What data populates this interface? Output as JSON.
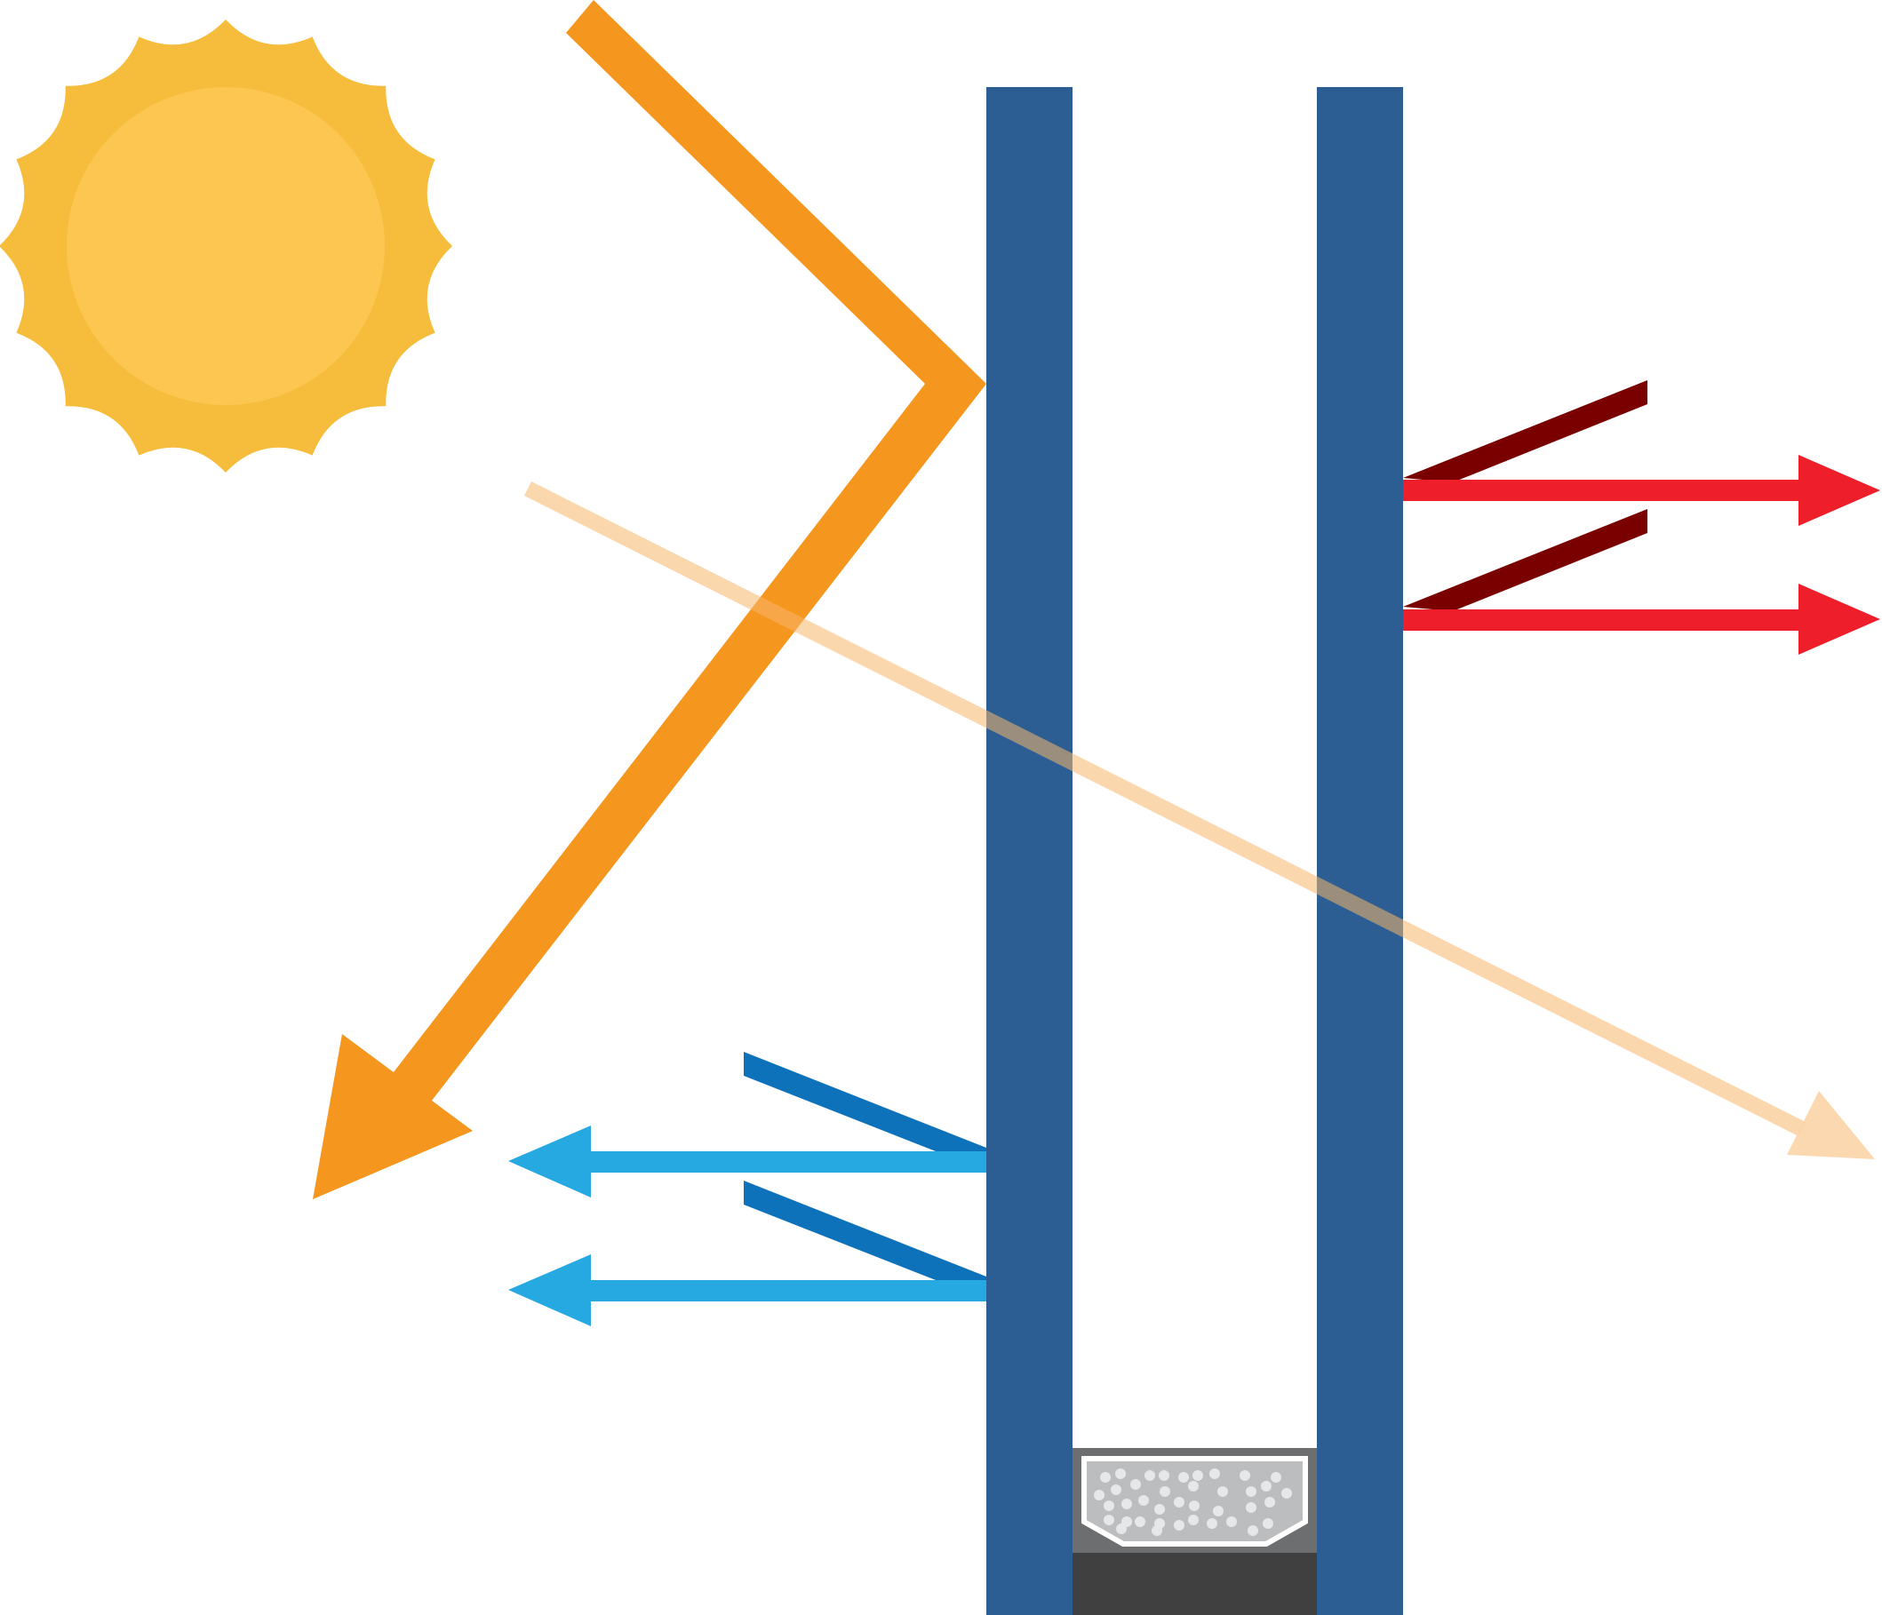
{
  "diagram": {
    "type": "double-glazed-window-solar-heat-diagram",
    "colors": {
      "background": "#ffffff",
      "sun_outer": "#F6BD3C",
      "sun_inner": "#FCC650",
      "reflected_light": "#F5961F",
      "transmitted_light": "#FBD4A6",
      "glass_pane": "#2C5E93",
      "heat_out_light": "#EE1F2A",
      "heat_out_dark": "#7A0000",
      "heat_in_light": "#26A9E0",
      "heat_in_dark": "#0E72BA",
      "spacer_frame": "#6D6E70",
      "spacer_fill": "#BBBDBF",
      "spacer_dots": "#E6E7E8",
      "sealant": "#404040"
    },
    "components": [
      {
        "id": "sun",
        "icon": "sun-icon"
      },
      {
        "id": "reflected-solar-ray",
        "icon": "arrow"
      },
      {
        "id": "transmitted-solar-ray",
        "icon": "arrow"
      },
      {
        "id": "outer-glass-pane",
        "icon": "glass-pane"
      },
      {
        "id": "inner-glass-pane",
        "icon": "glass-pane"
      },
      {
        "id": "heat-radiation-outward",
        "icon": "double-arrow",
        "count": 2
      },
      {
        "id": "heat-radiation-inward",
        "icon": "double-arrow",
        "count": 2
      },
      {
        "id": "spacer-with-desiccant",
        "icon": "spacer"
      },
      {
        "id": "sealant",
        "icon": "sealant-block"
      }
    ]
  }
}
